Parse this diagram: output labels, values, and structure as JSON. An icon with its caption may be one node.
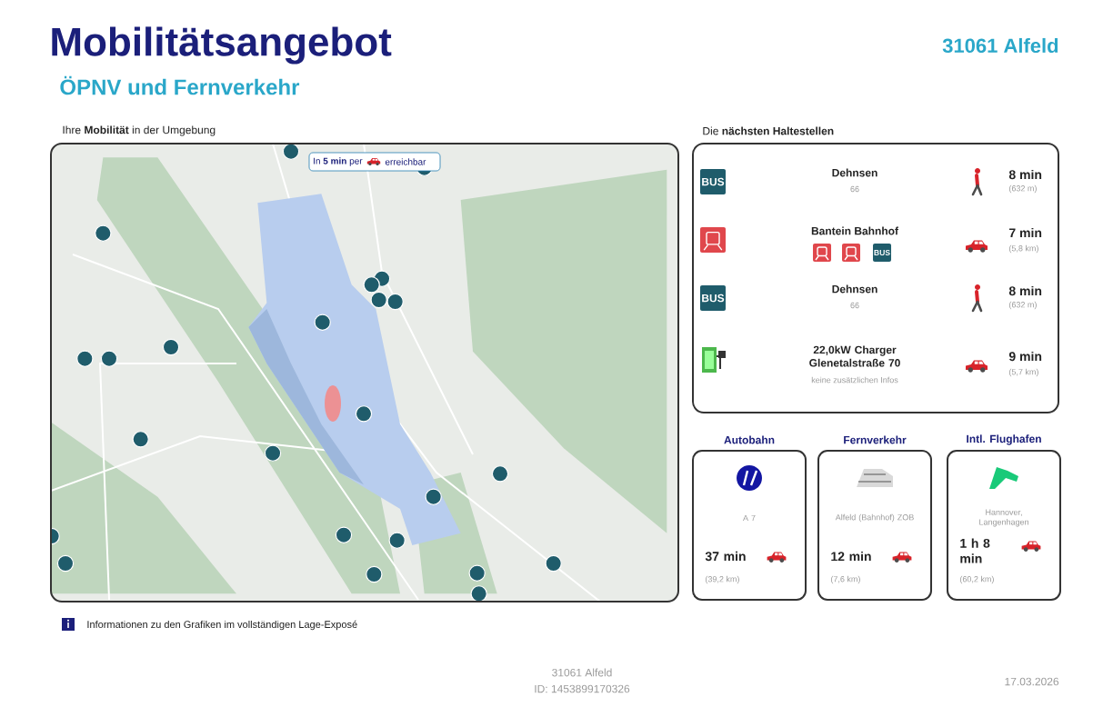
{
  "diagram": {
    "title": "Mobilitätsangebot",
    "nodes": [
      {
        "text": [
          "Ihre **Mobilität** in der Umgebung"
        ]
      },
      {
        "text": [
          "In **5 min** per",
          "erreichbar"
        ],
        "in": 0
      },
      {
        "text": [
          "Die **nächsten Haltestellen**",
          "BUS",
          "Dehnsen",
          "66",
          "8 min",
          "(632 m)",
          "Bantein Bahnhof",
          "BUS",
          "7 min",
          "(5,8 km)",
          "BUS",
          "Dehnsen",
          "66",
          "8 min",
          "(632 m)",
          "22,0kW Charger Glenetalstraße 70",
          "keine zusätzlichen Infos",
          "9 min",
          "(5,7 km)"
        ]
      },
      {
        "text": [
          "Autobahn",
          "A 7",
          "37 min",
          "(39,2 km)"
        ]
      },
      {
        "text": [
          "Fernverkehr",
          "Alfeld (Bahnhof) ZOB",
          "12 min",
          "(7,6 km)"
        ]
      },
      {
        "text": [
          "Intl. Flughafen",
          "Hannover, Langenhagen",
          "1 h 8 min",
          "(60,2 km)"
        ]
      }
    ],
    "labels": [
      "31061 Alfeld",
      "ÖPNV und Fernverkehr",
      "Informationen zu den Grafiken im vollständigen Lage-Exposé",
      "31061 Alfeld",
      "ID: 1453899170326",
      "17.03.2026"
    ]
  }
}
